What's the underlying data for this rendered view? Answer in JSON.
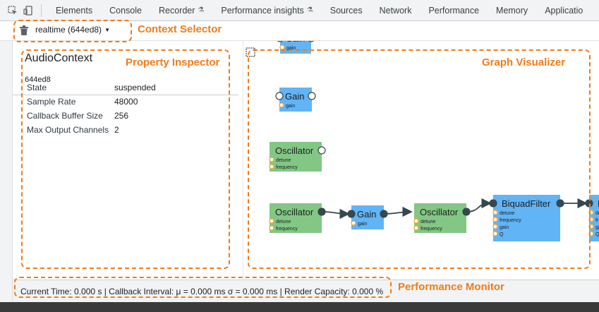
{
  "tabbar": {
    "tabs": [
      {
        "label": "Elements",
        "experimental": false
      },
      {
        "label": "Console",
        "experimental": false
      },
      {
        "label": "Recorder",
        "experimental": true
      },
      {
        "label": "Performance insights",
        "experimental": true
      },
      {
        "label": "Sources",
        "experimental": false
      },
      {
        "label": "Network",
        "experimental": false
      },
      {
        "label": "Performance",
        "experimental": false
      },
      {
        "label": "Memory",
        "experimental": false
      },
      {
        "label": "Applicatio",
        "experimental": false
      }
    ],
    "experimental_glyph": "⚗"
  },
  "context": {
    "selected": "realtime (644ed8)"
  },
  "inspector": {
    "title": "AudioContext",
    "id": "644ed8",
    "properties": [
      {
        "key": "State",
        "value": "suspended"
      },
      {
        "key": "Sample Rate",
        "value": "48000"
      },
      {
        "key": "Callback Buffer Size",
        "value": "256"
      },
      {
        "key": "Max Output Channels",
        "value": "2"
      }
    ]
  },
  "graph": {
    "nodes": [
      {
        "id": "gain-top",
        "label": "Gain",
        "color": "#61b4f5",
        "params": [
          "gain"
        ]
      },
      {
        "id": "gain-2",
        "label": "Gain",
        "color": "#61b4f5",
        "params": [
          "gain"
        ]
      },
      {
        "id": "osc-1",
        "label": "Oscillator",
        "color": "#82c784",
        "params": [
          "detune",
          "frequency"
        ]
      },
      {
        "id": "osc-2",
        "label": "Oscillator",
        "color": "#82c784",
        "params": [
          "detune",
          "frequency"
        ]
      },
      {
        "id": "gain-3",
        "label": "Gain",
        "color": "#61b4f5",
        "params": [
          "gain"
        ]
      },
      {
        "id": "osc-3",
        "label": "Oscillator",
        "color": "#82c784",
        "params": [
          "detune",
          "frequency"
        ]
      },
      {
        "id": "biquad-1",
        "label": "BiquadFilter",
        "color": "#61b4f5",
        "params": [
          "detune",
          "frequency",
          "gain",
          "Q"
        ]
      },
      {
        "id": "biquad-2",
        "label": "B",
        "color": "#61b4f5",
        "params": [
          "de",
          "fr",
          "ga",
          "Q"
        ]
      }
    ]
  },
  "status": {
    "text": "Current Time: 0.000 s | Callback Interval: μ = 0.000 ms σ = 0.000 ms | Render Capacity: 0.000 %"
  },
  "annotations": {
    "context_selector": "Context Selector",
    "property_inspector": "Property Inspector",
    "graph_visualizer": "Graph Visualizer",
    "performance_monitor": "Performance Monitor"
  },
  "colors": {
    "annotation": "#ef7c1a",
    "gain_node": "#61b4f5",
    "oscillator_node": "#82c784",
    "edge": "#37474f",
    "param_port": "#f5a623"
  }
}
